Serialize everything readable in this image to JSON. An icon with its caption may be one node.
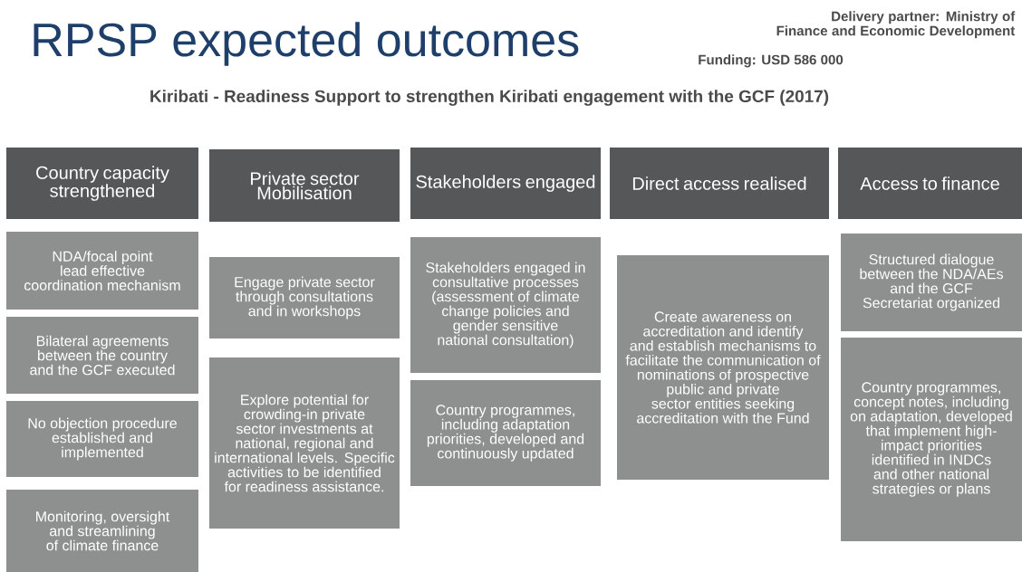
{
  "diagram": {
    "title": "RPSP expected outcomes",
    "nodes": [
      {
        "text": [
          "Country capacity strengthened"
        ]
      },
      {
        "text": [
          "NDA/focal point lead effective coordination mechanism"
        ]
      },
      {
        "text": [
          "Bilateral agreements between the country and the GCF executed"
        ]
      },
      {
        "text": [
          "No objection procedure established and implemented"
        ]
      },
      {
        "text": [
          "Monitoring, oversight and streamlining of climate finance"
        ]
      },
      {
        "text": [
          "Private sector Mobilisation"
        ]
      },
      {
        "text": [
          "Engage private sector through consultations and in workshops"
        ]
      },
      {
        "text": [
          "Explore potential for crowding-in private sector investments at national, regional and international levels. Specific activities to be identified for readiness assistance."
        ]
      },
      {
        "text": [
          "Stakeholders engaged"
        ]
      },
      {
        "text": [
          "Stakeholders engaged in consultative processes (assessment of climate change policies and gender sensitive national consultation)"
        ]
      },
      {
        "text": [
          "Country programmes, including adaptation priorities, developed and continuously updated"
        ]
      },
      {
        "text": [
          "Direct access realised"
        ]
      },
      {
        "text": [
          "Create awareness on accreditation and identify and establish mechanisms to facilitate the communication of nominations of prospective public and private sector entities seeking accreditation with the Fund"
        ]
      },
      {
        "text": [
          "Access to finance"
        ]
      },
      {
        "text": [
          "Structured dialogue between the NDA/AEs and the GCF Secretariat organized"
        ]
      },
      {
        "text": [
          "Country programmes, concept notes, including on adaptation, developed that implement high-impact priorities identified in INDCs and other national strategies or plans"
        ]
      }
    ],
    "labels": [
      "Delivery partner: Ministry of Finance and Economic Development",
      "Funding: USD 586 000",
      "Kiribati - Readiness Support to strengthen Kiribati engagement with the GCF (2017)"
    ]
  }
}
